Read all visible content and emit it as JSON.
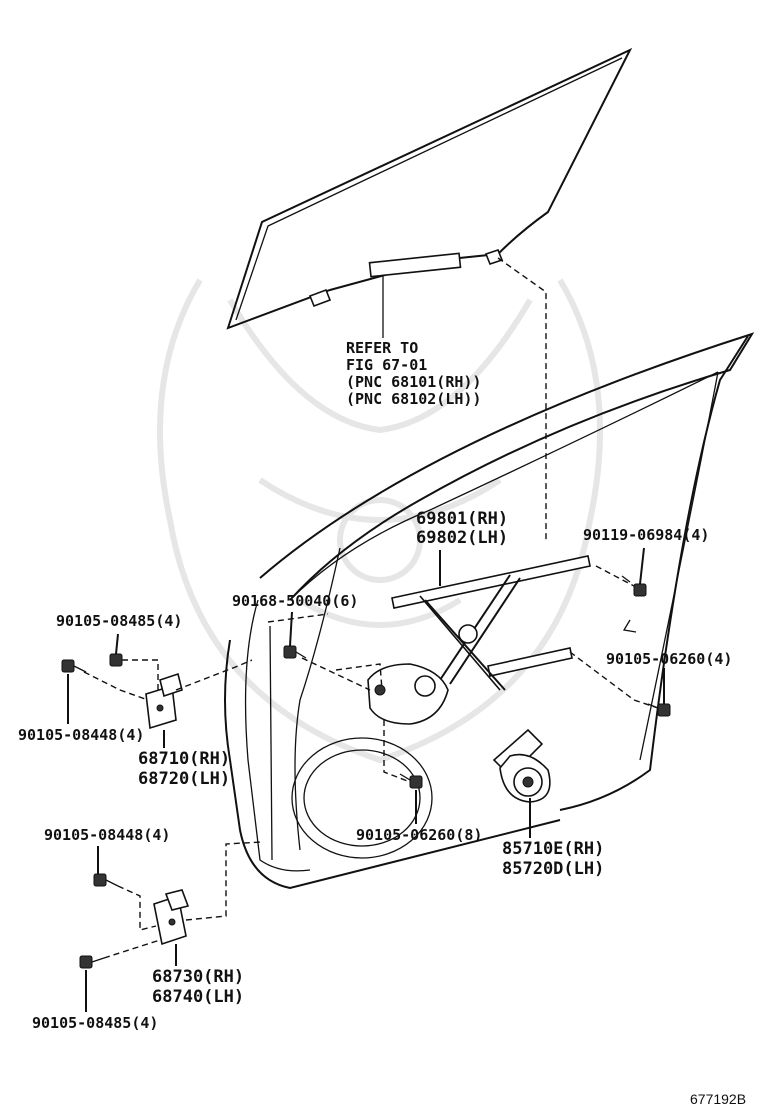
{
  "callouts": {
    "glass_ref_1": "REFER TO",
    "glass_ref_2": "FIG 67-01",
    "glass_ref_3": "(PNC 68101(RH))",
    "glass_ref_4": "(PNC 68102(LH))",
    "regulator_rh": "69801(RH)",
    "regulator_lh": "69802(LH)",
    "bolt_90119": "90119-06984(4)",
    "bolt_90168": "90168-50040(6)",
    "bolt_90105_08485_top": "90105-08485(4)",
    "bolt_90105_06260_right": "90105-06260(4)",
    "bolt_90105_08448_top": "90105-08448(4)",
    "hinge_upper_rh": "68710(RH)",
    "hinge_upper_lh": "68720(LH)",
    "bolt_90105_06260_center": "90105-06260(8)",
    "motor_rh": "85710E(RH)",
    "motor_lh": "85720D(LH)",
    "bolt_90105_08448_bottom": "90105-08448(4)",
    "hinge_lower_rh": "68730(RH)",
    "hinge_lower_lh": "68740(LH)",
    "bolt_90105_08485_bottom": "90105-08485(4)"
  },
  "figure_id": "677192B"
}
